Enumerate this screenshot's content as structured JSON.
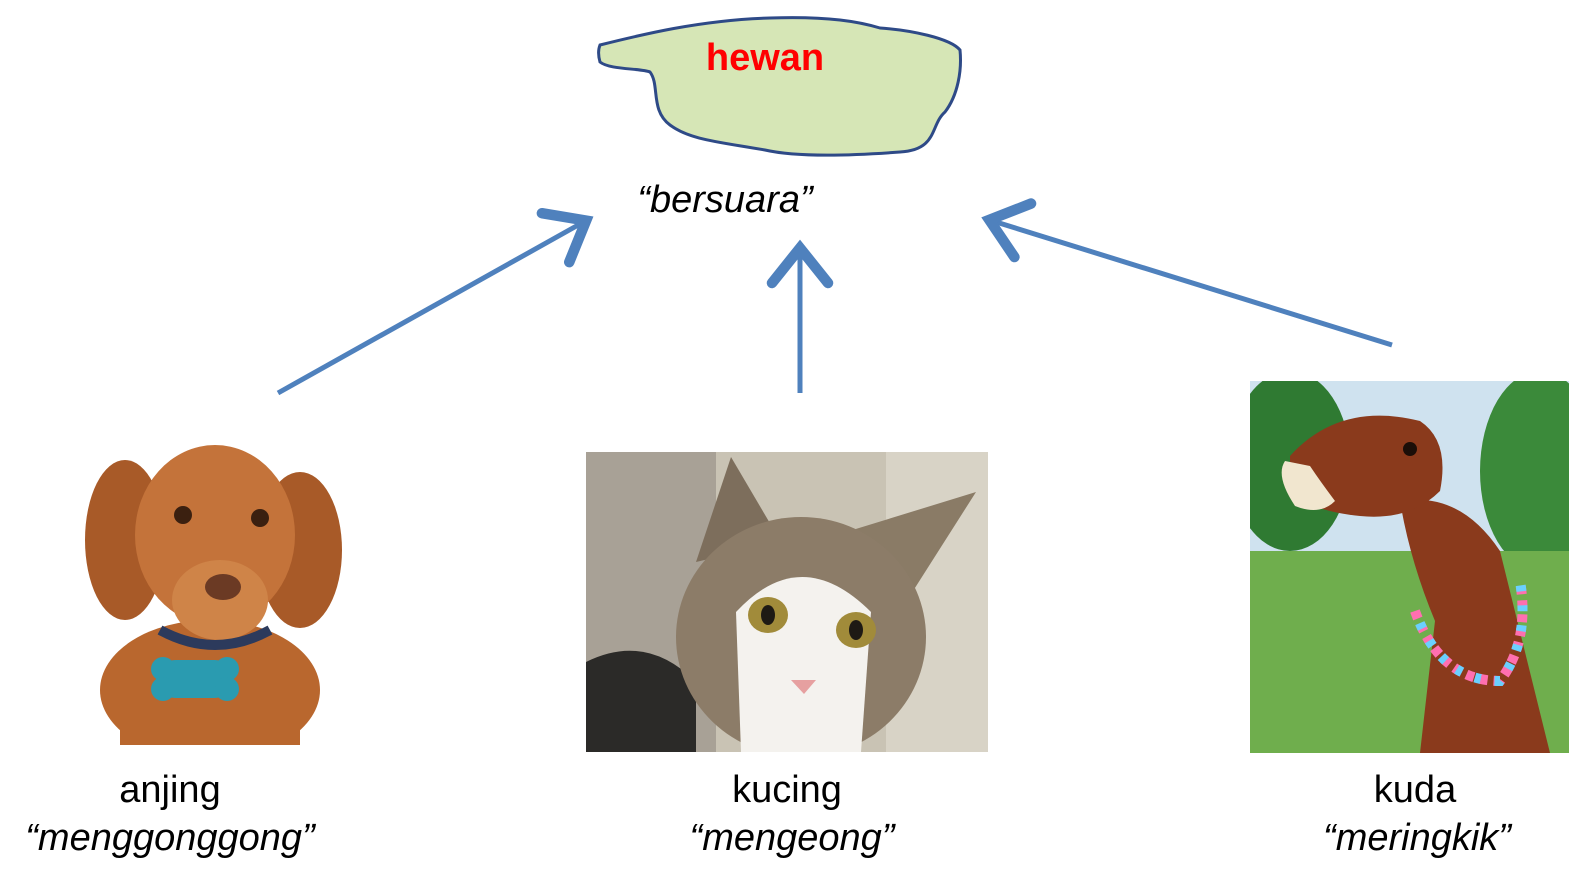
{
  "root": {
    "label": "hewan",
    "label_color": "#ff0000",
    "fill_color": "#d6e6b6",
    "stroke_color": "#2e4a87"
  },
  "shared_verb": "“bersuara”",
  "arrow_color": "#4f81bd",
  "animals": [
    {
      "name": "anjing",
      "sound": "“menggonggong”",
      "icon": "dog-photo"
    },
    {
      "name": "kucing",
      "sound": "“mengeong”",
      "icon": "cat-photo"
    },
    {
      "name": "kuda",
      "sound": "“meringkik”",
      "icon": "horse-photo"
    }
  ]
}
